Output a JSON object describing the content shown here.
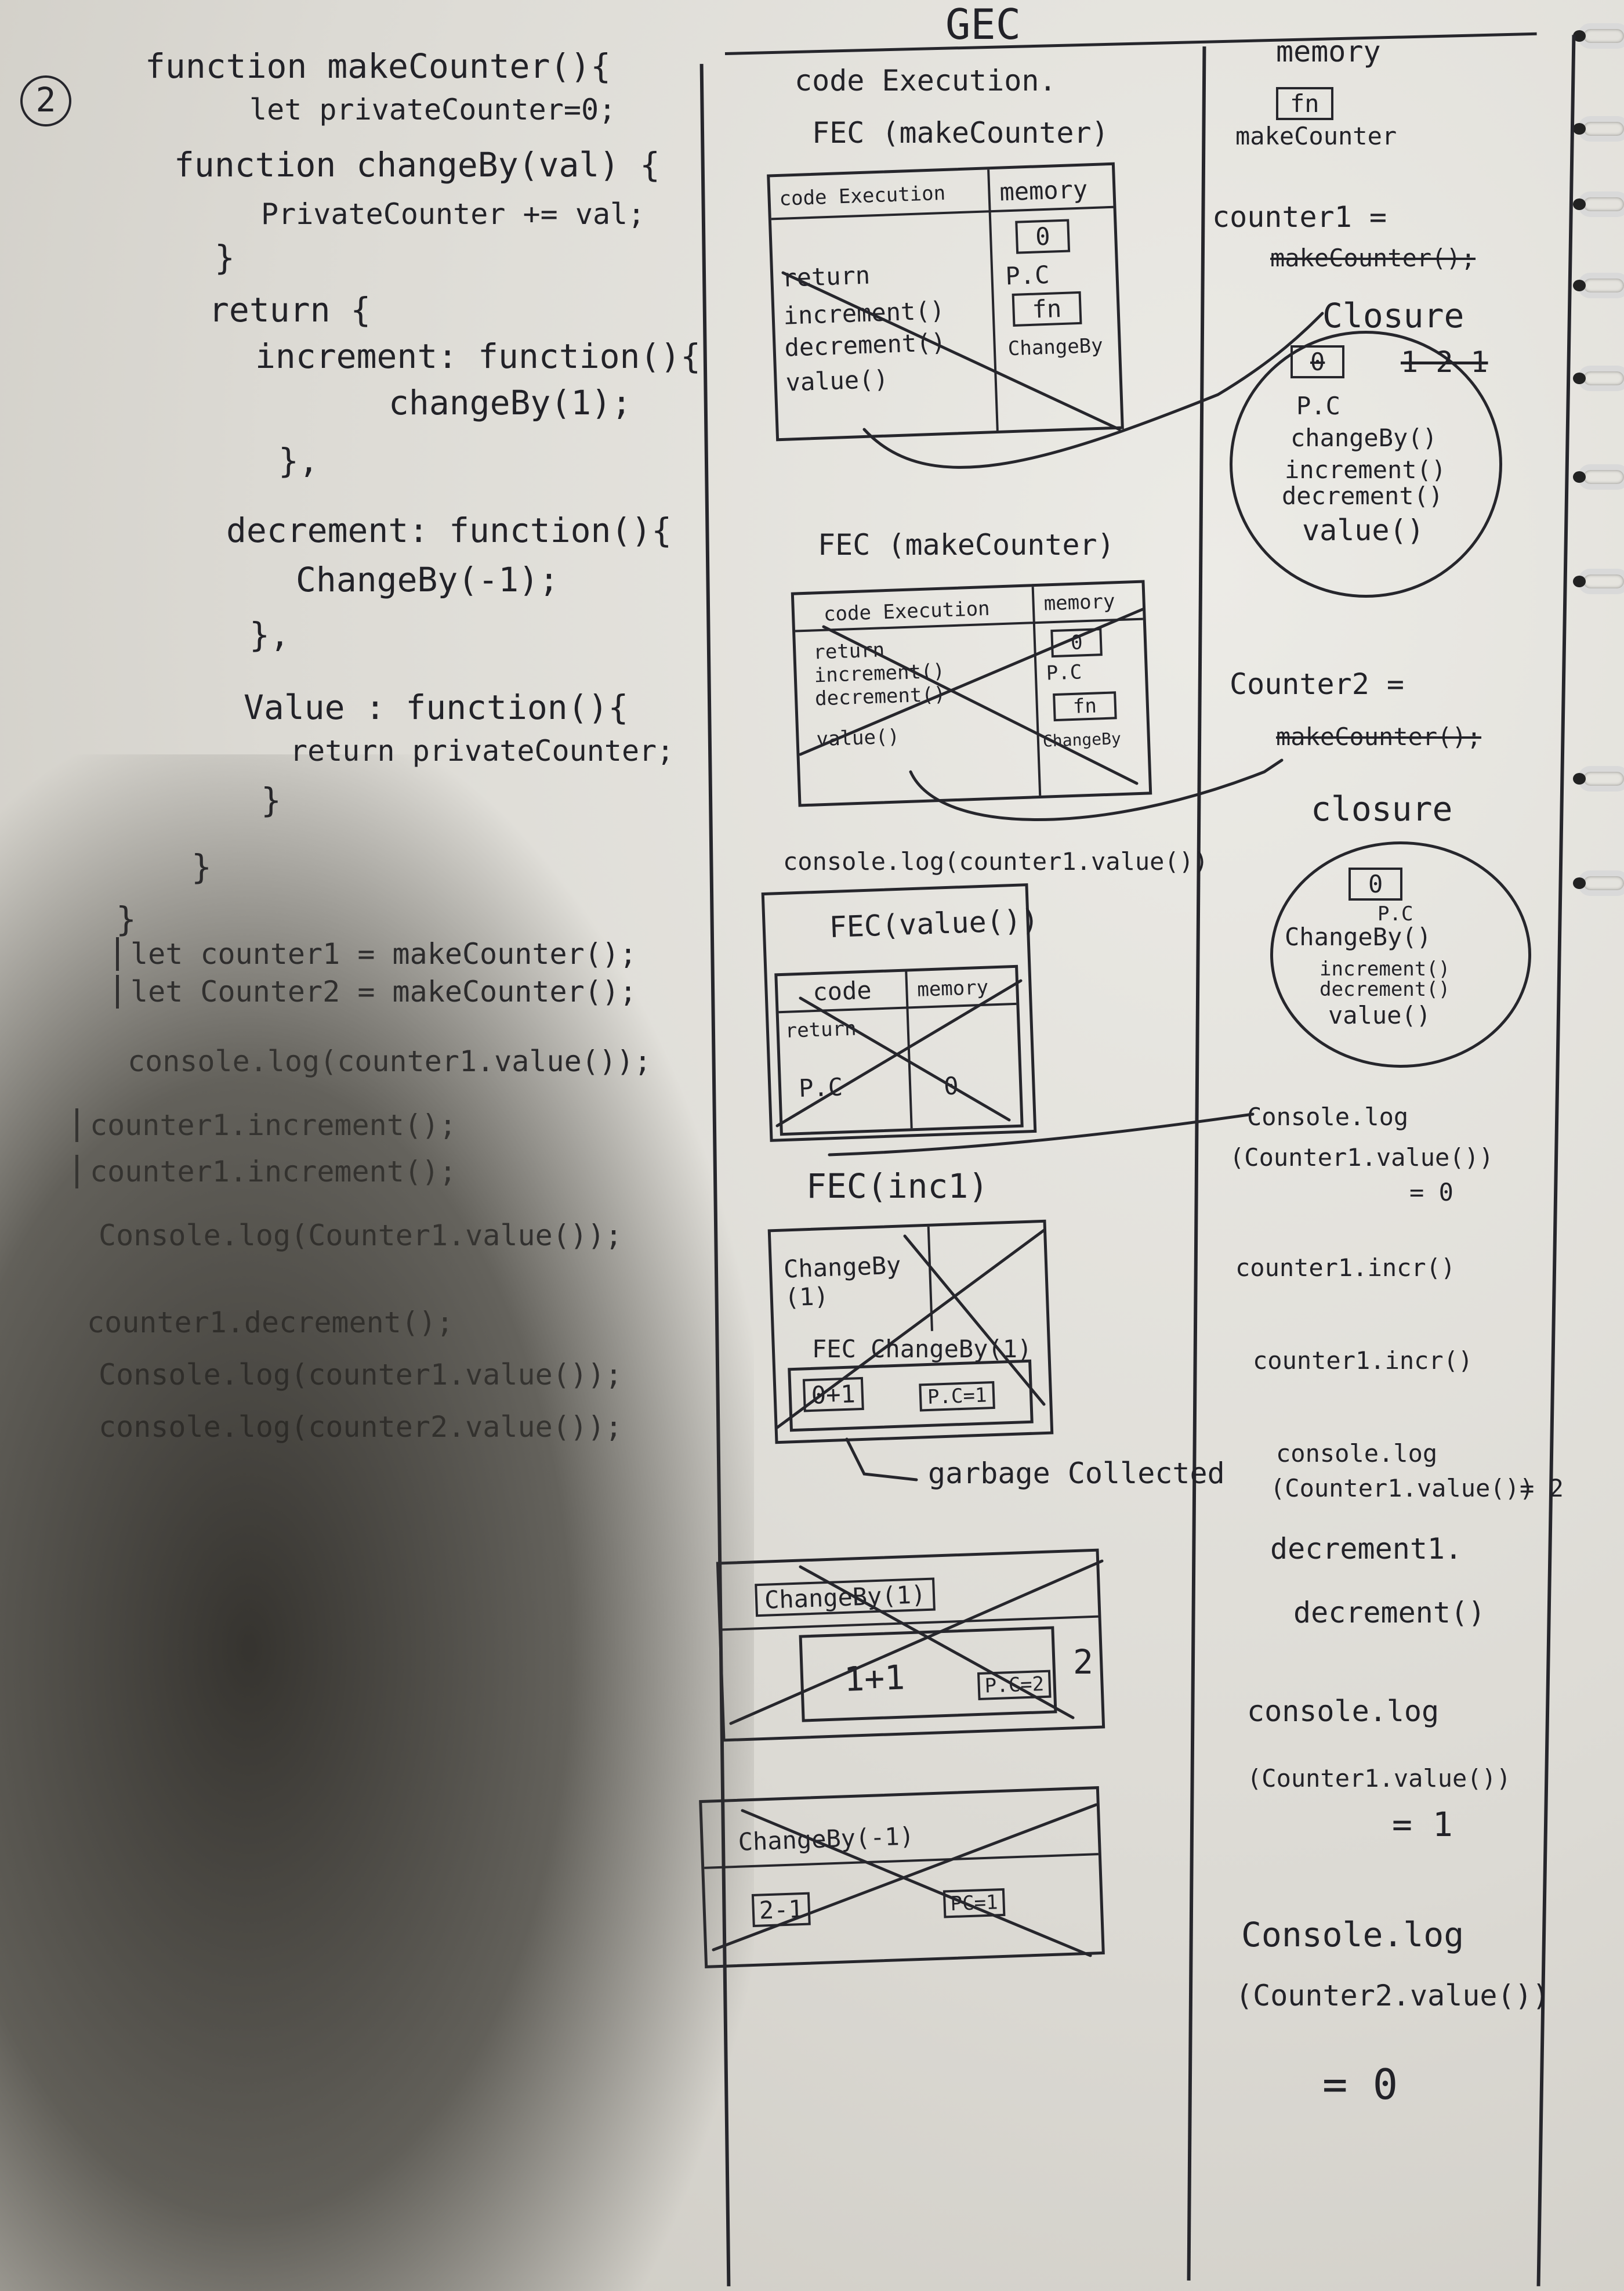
{
  "page": {
    "number": "2",
    "code": [
      "function makeCounter(){",
      "let privateCounter=0;",
      "function changeBy(val) {",
      "PrivateCounter += val;",
      "}",
      "return {",
      "increment: function(){",
      "changeBy(1);",
      "},",
      "decrement: function(){",
      "ChangeBy(-1);",
      "},",
      "Value : function(){",
      "return privateCounter;",
      "}",
      "}",
      "}",
      "let counter1 = makeCounter();",
      "let Counter2 = makeCounter();",
      "console.log(counter1.value());",
      "counter1.increment();",
      "counter1.increment();",
      "Console.log(Counter1.value());",
      "counter1.decrement();",
      "Console.log(counter1.value());",
      "console.log(counter2.value());"
    ]
  },
  "gec": {
    "title": "GEC",
    "code_exec_header": "code Execution.",
    "memory_header": "memory",
    "fec1": {
      "title": "FEC (makeCounter)",
      "code_header": "code Execution",
      "memory_header": "memory",
      "code_items": [
        "return",
        "increment()",
        "decrement()",
        "value()"
      ],
      "memory_items": [
        "0",
        "P.C",
        "fn",
        "ChangeBy"
      ]
    },
    "fec2": {
      "title": "FEC (makeCounter)",
      "code_header": "code Execution",
      "memory_header": "memory",
      "code_items": [
        "return",
        "increment()",
        "decrement()",
        "value()"
      ],
      "memory_items": [
        "0",
        "P.C",
        "fn",
        "ChangeBy"
      ]
    },
    "console_line": "console.log(counter1.value())",
    "fec3": {
      "title": "FEC(value())",
      "code_header": "code",
      "memory_header": "memory",
      "cells": [
        "return",
        "P.C",
        "0"
      ]
    },
    "fec4": {
      "title": "FEC(inc1)",
      "left": "ChangeBy (1)",
      "inner_title": "FEC ChangeBy(1)",
      "inner_left": "0+1",
      "inner_right": "P.C=1",
      "garbage": "garbage Collected"
    },
    "fec5": {
      "title": "ChangeBy(1)",
      "left": "1+1",
      "right": "P.C=2",
      "result": "2"
    },
    "fec6": {
      "title": "ChangeBy(-1)",
      "left": "2-1",
      "right": "PC=1"
    },
    "memory": {
      "fn": "fn",
      "fn_label": "makeCounter",
      "counter1": "counter1 =",
      "counter1_val": "makeCounter();",
      "closure1_title": "Closure",
      "closure1_box": "0",
      "closure1_vals": "1 2 1",
      "closure1_items": [
        "P.C",
        "changeBy()",
        "increment()",
        "decrement()",
        "value()"
      ],
      "counter2": "Counter2 =",
      "counter2_val": "makeCounter();",
      "closure2_title": "closure",
      "closure2_box": "0",
      "closure2_items": [
        "P.C",
        "ChangeBy()",
        "increment()",
        "decrement()",
        "value()"
      ],
      "log1": [
        "Console.log",
        "(Counter1.value())",
        "= 0"
      ],
      "incr1": "counter1.incr()",
      "incr2": "counter1.incr()",
      "log2": [
        "console.log",
        "(Counter1.value())",
        "= 2"
      ],
      "dec": [
        "decrement1.",
        "decrement()"
      ],
      "log3": [
        "console.log",
        "(Counter1.value())",
        "= 1"
      ],
      "log4": [
        "Console.log",
        "(Counter2.value())",
        "= 0"
      ]
    }
  }
}
